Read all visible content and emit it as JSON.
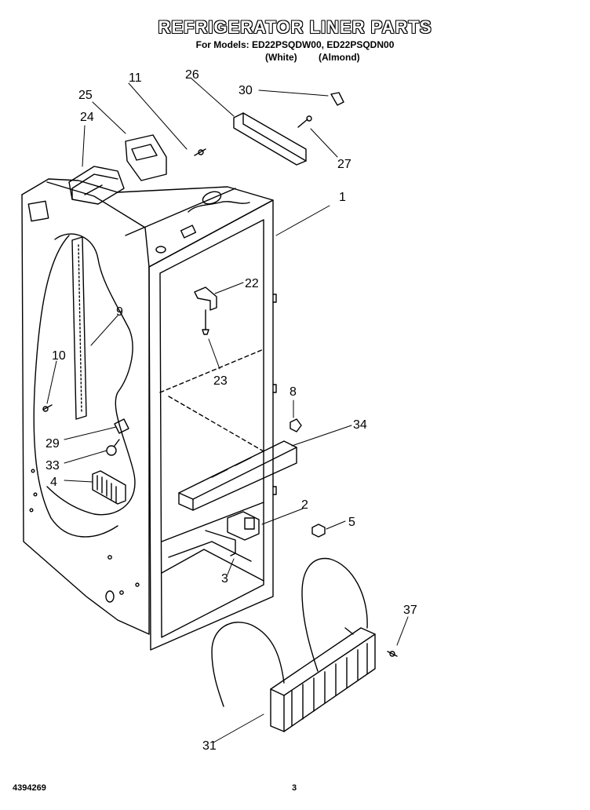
{
  "header": {
    "title": "REFRIGERATOR LINER PARTS",
    "models_line": "For Models: ED22PSQDW00, ED22PSQDN00",
    "color_white": "(White)",
    "color_almond": "(Almond)"
  },
  "callouts": [
    "1",
    "2",
    "3",
    "4",
    "5",
    "8",
    "9",
    "10",
    "11",
    "22",
    "23",
    "24",
    "25",
    "26",
    "27",
    "29",
    "30",
    "31",
    "33",
    "34",
    "37"
  ],
  "footer": {
    "doc_number": "4394269",
    "page_number": "3"
  }
}
